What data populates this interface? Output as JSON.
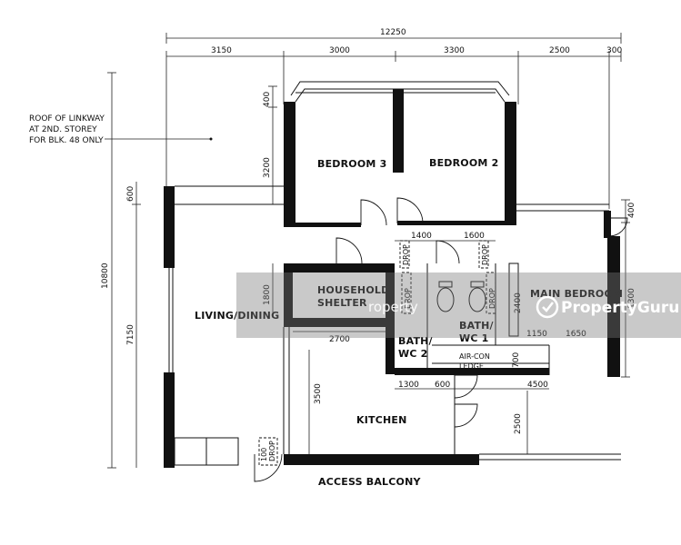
{
  "dimensions": {
    "top_total": "12250",
    "top_segments": [
      "3150",
      "3000",
      "3300",
      "2500",
      "300"
    ],
    "left_total": "10800",
    "left_living": "7150",
    "left_small": "600",
    "br3_top": "400",
    "br3_depth": "3200",
    "shelter_h": "1800",
    "right_top": "400",
    "right_mid": "1300",
    "bath_w1": "1400",
    "bath_w2": "1600",
    "bath_h": "2400",
    "main_w1": "1150",
    "main_w2": "1650",
    "kitchen_w": "2700",
    "kitchen_h": "3500",
    "bot_1300": "1300",
    "bot_600": "600",
    "bot_4500": "4500",
    "aircon_h": "700",
    "balcony_h": "2500",
    "drop_w": "100"
  },
  "rooms": {
    "bedroom3": "BEDROOM 3",
    "bedroom2": "BEDROOM 2",
    "living": "LIVING/DINING",
    "shelter_1": "HOUSEHOLD",
    "shelter_2": "SHELTER",
    "main_bedroom": "MAIN BEDROOM",
    "bath1_1": "BATH/",
    "bath1_2": "WC 1",
    "bath2_1": "BATH/",
    "bath2_2": "WC 2",
    "aircon_1": "AIR-CON",
    "aircon_2": "LEDGE",
    "kitchen": "KITCHEN",
    "balcony": "ACCESS BALCONY",
    "drop": "DROP"
  },
  "notes": {
    "linkway_1": "ROOF OF LINKWAY",
    "linkway_2": "AT 2ND. STOREY",
    "linkway_3": "FOR BLK. 48 ONLY"
  },
  "watermark": {
    "text": "PropertyGuru"
  }
}
